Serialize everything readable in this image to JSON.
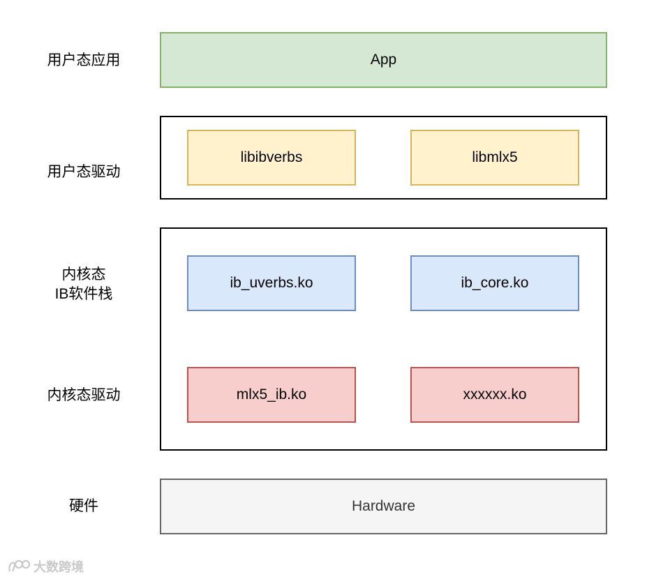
{
  "layers": {
    "user_app_label": "用户态应用",
    "user_driver_label": "用户态驱动",
    "kernel_ib_stack_label_line1": "内核态",
    "kernel_ib_stack_label_line2": "IB软件栈",
    "kernel_driver_label": "内核态驱动",
    "hardware_label": "硬件"
  },
  "boxes": {
    "app": "App",
    "libibverbs": "libibverbs",
    "libmlx5": "libmlx5",
    "ib_uverbs": "ib_uverbs.ko",
    "ib_core": "ib_core.ko",
    "mlx5_ib": "mlx5_ib.ko",
    "xxxxxx": "xxxxxx.ko",
    "hardware": "Hardware"
  },
  "colors": {
    "green_fill": "#d5e8d4",
    "green_stroke": "#82b366",
    "yellow_fill": "#fff2cc",
    "yellow_stroke": "#d6b656",
    "blue_fill": "#dae8fc",
    "blue_stroke": "#6c8ebf",
    "red_fill": "#f8cecc",
    "red_stroke": "#b85450",
    "gray_fill": "#f5f5f5",
    "gray_stroke": "#666666"
  },
  "watermark": {
    "text": "大数跨境",
    "icon": "logo-icon"
  }
}
